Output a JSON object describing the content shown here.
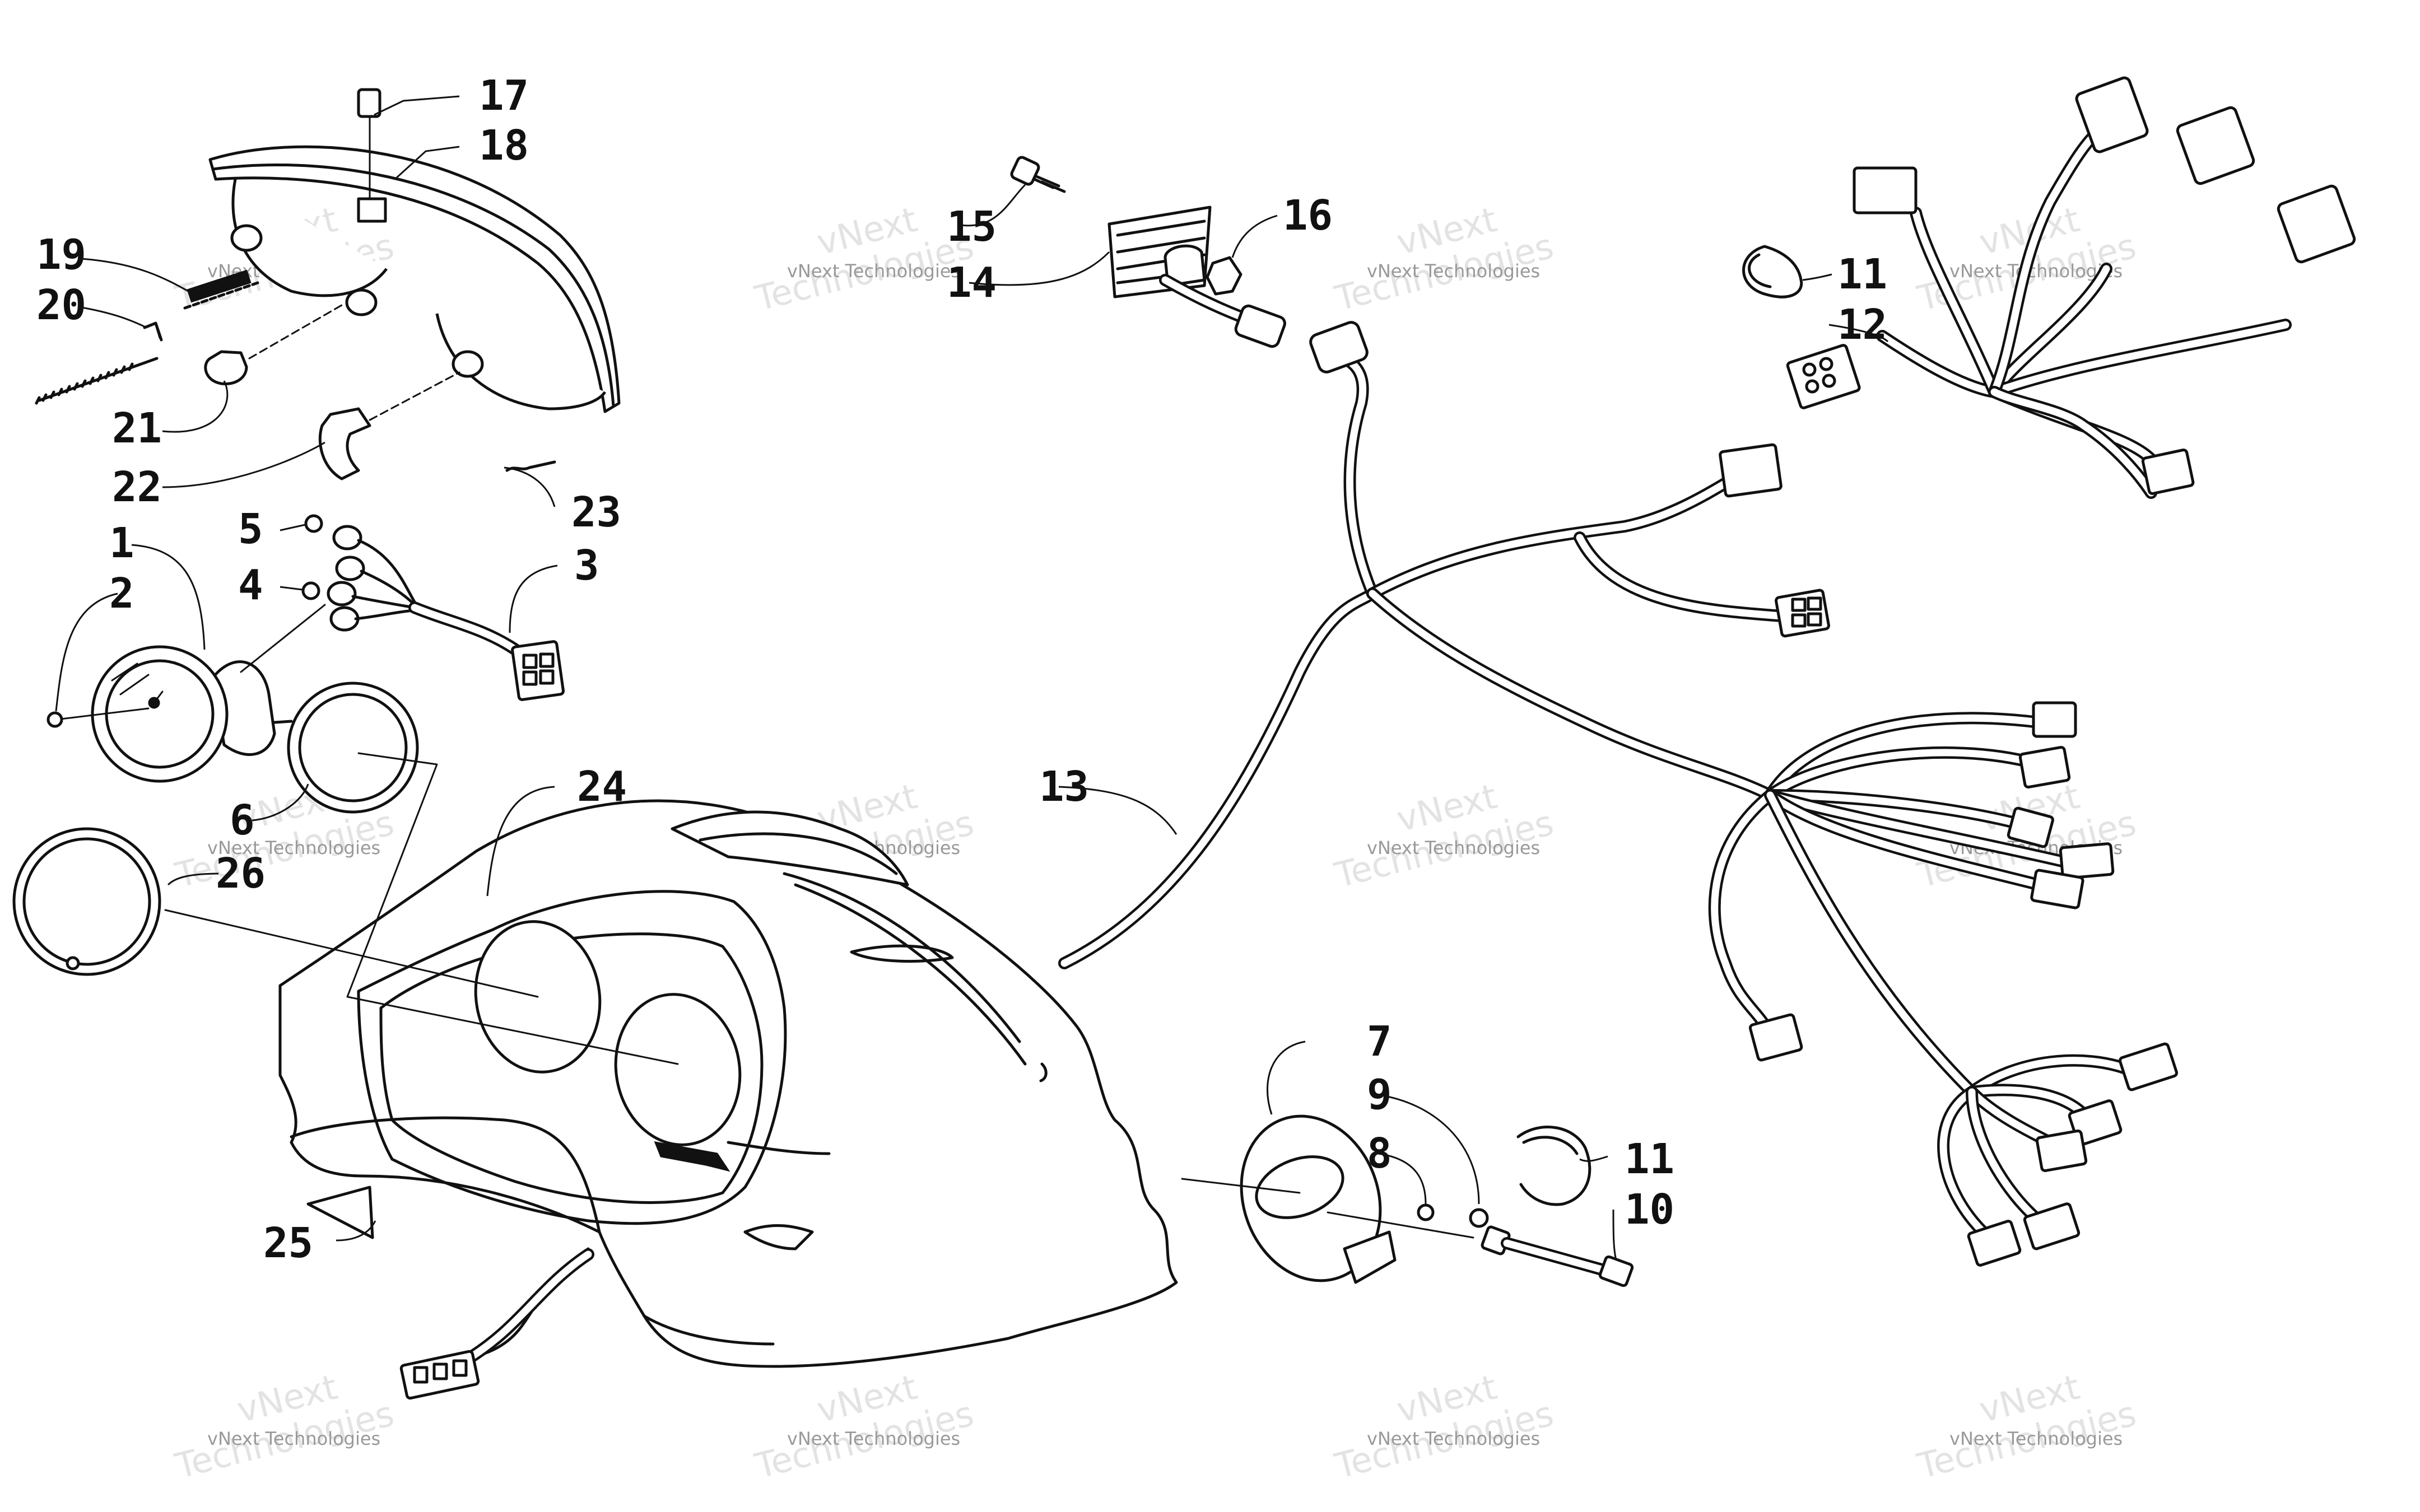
{
  "watermark": {
    "line1": "vNext Technologies",
    "line2_a": "vNext",
    "line2_b": "Technologies"
  },
  "callouts": [
    {
      "id": "1",
      "label": "1"
    },
    {
      "id": "2",
      "label": "2"
    },
    {
      "id": "3",
      "label": "3"
    },
    {
      "id": "4",
      "label": "4"
    },
    {
      "id": "5",
      "label": "5"
    },
    {
      "id": "6",
      "label": "6"
    },
    {
      "id": "7",
      "label": "7"
    },
    {
      "id": "8",
      "label": "8"
    },
    {
      "id": "9",
      "label": "9"
    },
    {
      "id": "10",
      "label": "10"
    },
    {
      "id": "11a",
      "label": "11"
    },
    {
      "id": "11b",
      "label": "11"
    },
    {
      "id": "12",
      "label": "12"
    },
    {
      "id": "13",
      "label": "13"
    },
    {
      "id": "14",
      "label": "14"
    },
    {
      "id": "15",
      "label": "15"
    },
    {
      "id": "16",
      "label": "16"
    },
    {
      "id": "17",
      "label": "17"
    },
    {
      "id": "18",
      "label": "18"
    },
    {
      "id": "19",
      "label": "19"
    },
    {
      "id": "20",
      "label": "20"
    },
    {
      "id": "21",
      "label": "21"
    },
    {
      "id": "22",
      "label": "22"
    },
    {
      "id": "23",
      "label": "23"
    },
    {
      "id": "24",
      "label": "24"
    },
    {
      "id": "25",
      "label": "25"
    },
    {
      "id": "26",
      "label": "26"
    }
  ]
}
